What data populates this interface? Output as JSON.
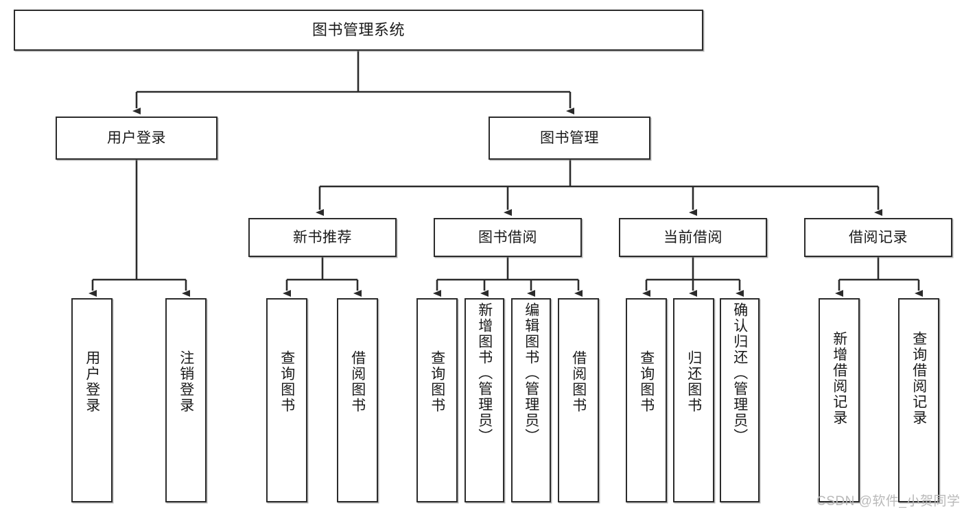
{
  "diagram": {
    "type": "tree-hierarchy",
    "title": "图书管理系统",
    "watermark": "CSDN @软件_小贺同学",
    "colors": {
      "box_border": "#2b2b2b",
      "box_fill": "#ffffff",
      "edge": "#2b2b2b",
      "text": "#1a1a1a",
      "watermark": "#b9b9b9"
    },
    "levels": {
      "root": {
        "label": "图书管理系统"
      },
      "level2": [
        {
          "id": "user-login",
          "label": "用户登录"
        },
        {
          "id": "book-manage",
          "label": "图书管理"
        }
      ],
      "level3": [
        {
          "id": "new-book-rec",
          "label": "新书推荐"
        },
        {
          "id": "book-borrow",
          "label": "图书借阅"
        },
        {
          "id": "current-borrow",
          "label": "当前借阅"
        },
        {
          "id": "borrow-record",
          "label": "借阅记录"
        }
      ],
      "leaves": {
        "user-login": [
          {
            "id": "leaf-user-login",
            "label": "用户登录"
          },
          {
            "id": "leaf-logout",
            "label": "注销登录"
          }
        ],
        "new-book-rec": [
          {
            "id": "leaf-query-book-1",
            "label": "查询图书"
          },
          {
            "id": "leaf-borrow-book-1",
            "label": "借阅图书"
          }
        ],
        "book-borrow": [
          {
            "id": "leaf-query-book-2",
            "label": "查询图书"
          },
          {
            "id": "leaf-add-book",
            "label": "新增图书（管理员）"
          },
          {
            "id": "leaf-edit-book",
            "label": "编辑图书（管理员）"
          },
          {
            "id": "leaf-borrow-book-2",
            "label": "借阅图书"
          }
        ],
        "current-borrow": [
          {
            "id": "leaf-query-book-3",
            "label": "查询图书"
          },
          {
            "id": "leaf-return-book",
            "label": "归还图书"
          },
          {
            "id": "leaf-confirm-return",
            "label": "确认归还（管理员）"
          }
        ],
        "borrow-record": [
          {
            "id": "leaf-add-record",
            "label": "新增借阅记录"
          },
          {
            "id": "leaf-query-record",
            "label": "查询借阅记录"
          }
        ]
      }
    }
  }
}
